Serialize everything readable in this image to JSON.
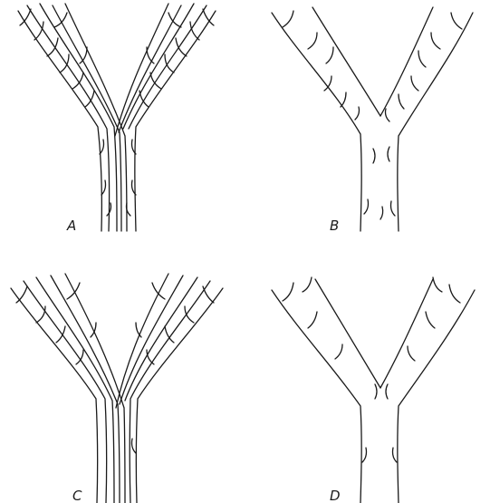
{
  "figure": {
    "panels": [
      {
        "label": "A"
      },
      {
        "label": "B"
      },
      {
        "label": "C"
      },
      {
        "label": "D"
      }
    ]
  }
}
